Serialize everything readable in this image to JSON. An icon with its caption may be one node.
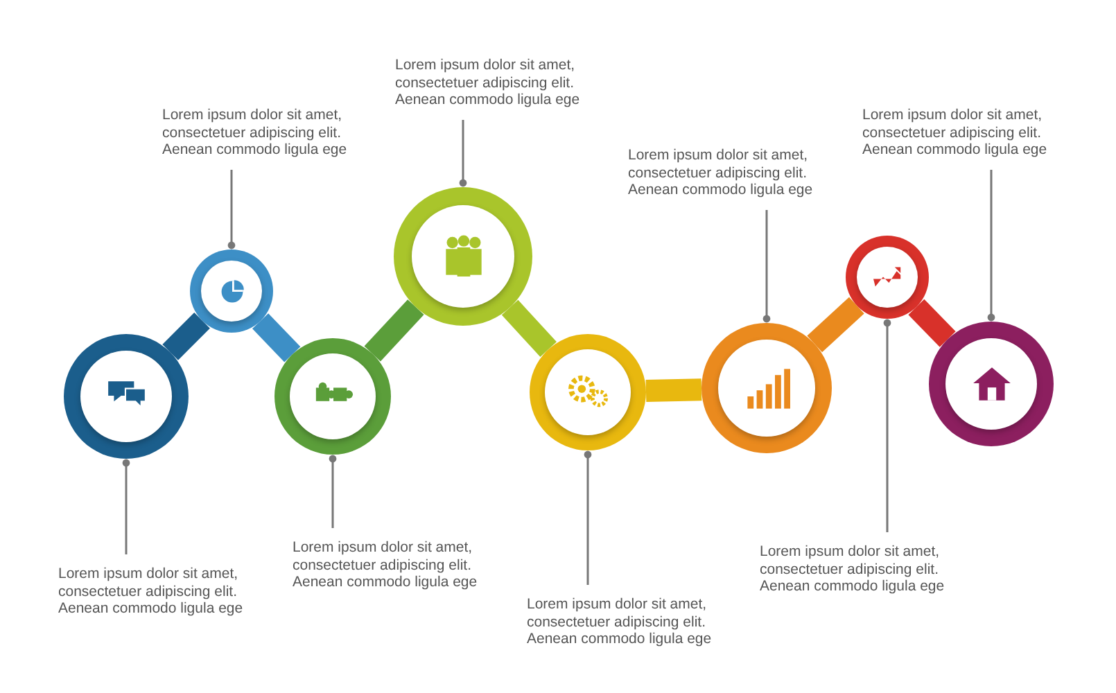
{
  "diagram": {
    "nodes": [
      {
        "text": [],
        "shape": "circle"
      },
      {
        "text": [],
        "shape": "circle"
      },
      {
        "text": [],
        "shape": "circle"
      },
      {
        "text": [],
        "shape": "circle"
      },
      {
        "text": [],
        "shape": "circle"
      },
      {
        "text": [],
        "shape": "circle"
      },
      {
        "text": [],
        "shape": "circle"
      },
      {
        "text": [],
        "shape": "circle"
      },
      {
        "text": [
          "Lorem ipsum dolor sit amet, consectetuer adipiscing elit. Aenean commodo ligula ege"
        ]
      },
      {
        "text": [
          "Lorem ipsum dolor sit amet, consectetuer adipiscing elit. Aenean commodo ligula ege"
        ]
      },
      {
        "text": [
          "Lorem ipsum dolor sit amet, consectetuer adipiscing elit. Aenean commodo ligula ege"
        ]
      },
      {
        "text": [
          "Lorem ipsum dolor sit amet, consectetuer adipiscing elit. Aenean commodo ligula ege"
        ]
      },
      {
        "text": [
          "Lorem ipsum dolor sit amet, consectetuer adipiscing elit. Aenean commodo ligula ege"
        ]
      },
      {
        "text": [
          "Lorem ipsum dolor sit amet, consectetuer adipiscing elit. Aenean commodo ligula ege"
        ]
      },
      {
        "text": [
          "Lorem ipsum dolor sit amet, consectetuer adipiscing elit. Aenean commodo ligula ege"
        ]
      },
      {
        "text": [
          "Lorem ipsum dolor sit amet, consectetuer adipiscing elit. Aenean commodo ligula ege"
        ]
      }
    ],
    "edges": [
      {
        "from": 0,
        "to": 1,
        "arrow": "none",
        "style": "thick",
        "color": "#1b5e8c"
      },
      {
        "from": 1,
        "to": 2,
        "arrow": "none",
        "style": "thick",
        "color": "#3d8fc6"
      },
      {
        "from": 2,
        "to": 3,
        "arrow": "none",
        "style": "thick",
        "color": "#5b9e3a"
      },
      {
        "from": 3,
        "to": 4,
        "arrow": "none",
        "style": "thick",
        "color": "#a9c52b"
      },
      {
        "from": 4,
        "to": 5,
        "arrow": "none",
        "style": "thick",
        "color": "#e8b80f"
      },
      {
        "from": 5,
        "to": 6,
        "arrow": "none",
        "style": "thick",
        "color": "#ea8a1e"
      },
      {
        "from": 6,
        "to": 7,
        "arrow": "none",
        "style": "thick",
        "color": "#d8312a"
      },
      {
        "from": 8,
        "to": 0,
        "arrow": "other"
      },
      {
        "from": 9,
        "to": 1,
        "arrow": "other"
      },
      {
        "from": 10,
        "to": 2,
        "arrow": "other"
      },
      {
        "from": 11,
        "to": 3,
        "arrow": "other"
      },
      {
        "from": 12,
        "to": 4,
        "arrow": "other"
      },
      {
        "from": 13,
        "to": 5,
        "arrow": "other"
      },
      {
        "from": 14,
        "to": 6,
        "arrow": "other"
      },
      {
        "from": 15,
        "to": 7,
        "arrow": "other"
      }
    ]
  }
}
